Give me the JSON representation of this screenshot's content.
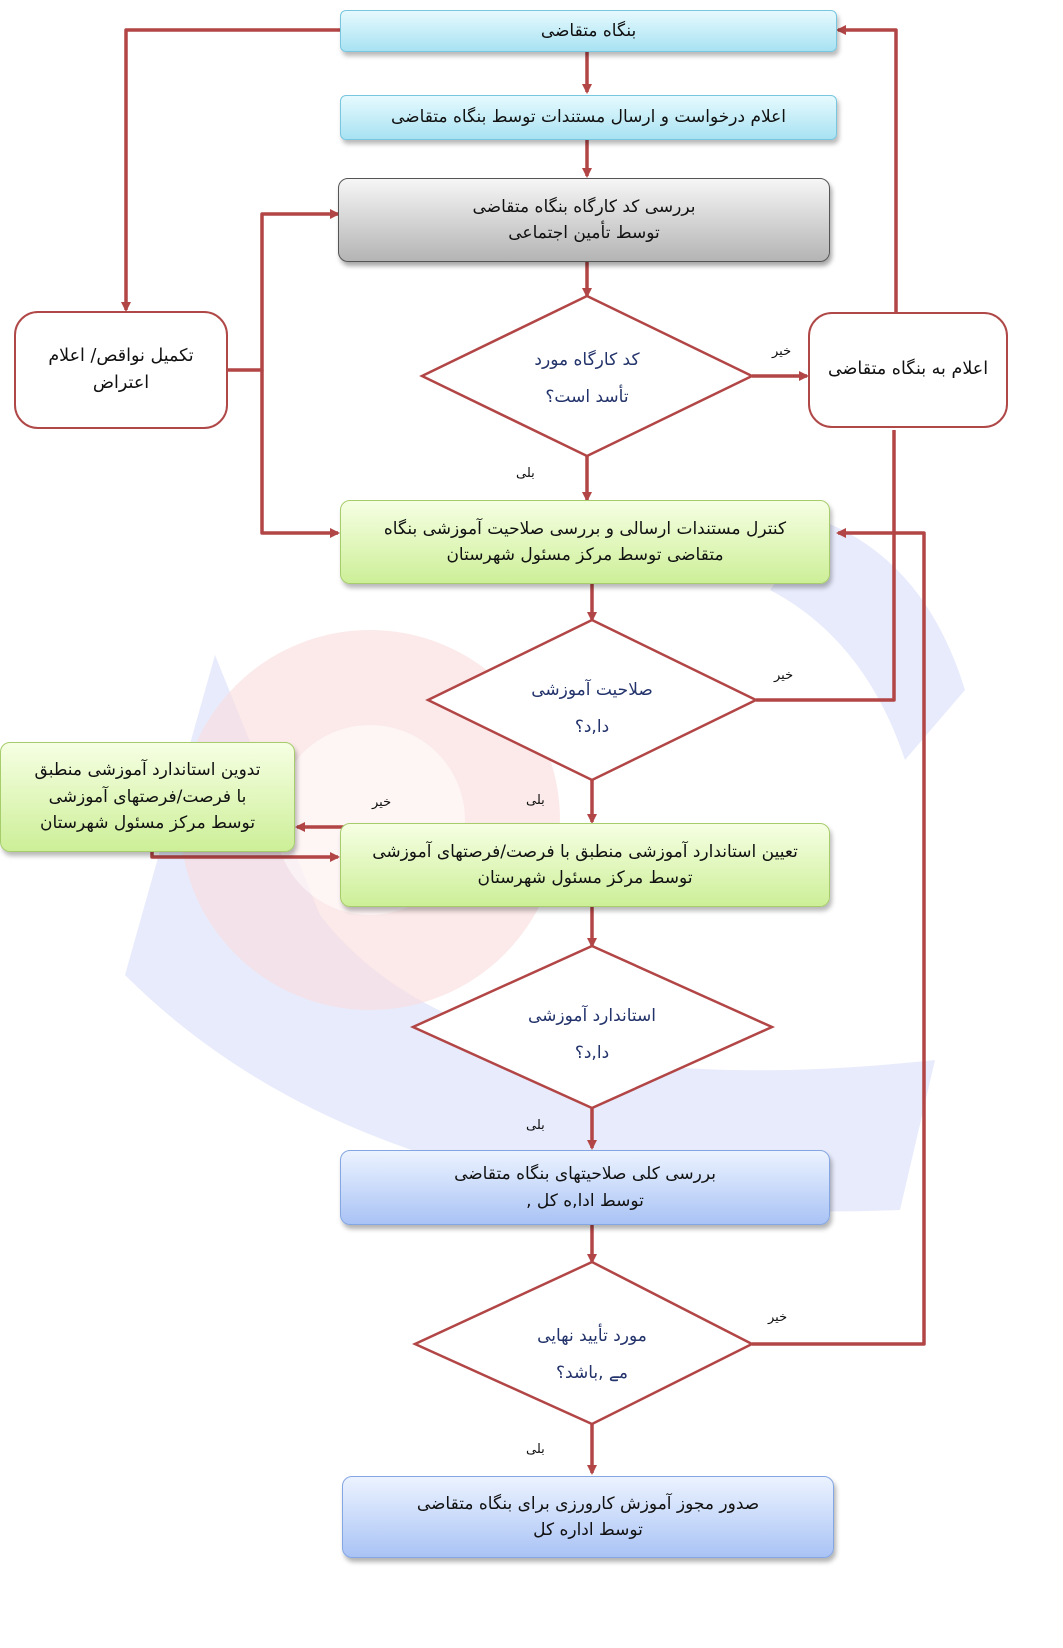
{
  "flowchart": {
    "nodes": {
      "start": {
        "lines": [
          "بنگاه متقاضی"
        ]
      },
      "request": {
        "lines": [
          "اعلام درخواست و ارسال مستندات توسط بنگاه متقاضی"
        ]
      },
      "workshop_check": {
        "lines": [
          "بررسی کد کارگاه بنگاه متقاضی",
          "توسط تأمین اجتماعی"
        ]
      },
      "decision_workshop": {
        "lines": [
          "کد کارگاه مورد",
          "تأسد است؟"
        ]
      },
      "notify": {
        "lines": [
          "اعلام به بنگاه متقاضی"
        ]
      },
      "complete": {
        "lines": [
          "تکمیل نواقص/ اعلام",
          "اعتراض"
        ]
      },
      "control_docs": {
        "lines": [
          "کنترل مستندات ارسالی و بررسی صلاحیت آموزشی بنگاه",
          "متقاضی توسط مرکز مسئول شهرستان"
        ]
      },
      "decision_competence": {
        "lines": [
          "صلاحیت آموزشی",
          "دا,د؟"
        ]
      },
      "standard_assign": {
        "lines": [
          "تعیین استاندارد آموزشی منطبق با فرصت/فرصتهای آموزشی",
          "توسط مرکز مسئول شهرستان"
        ]
      },
      "decision_standard": {
        "lines": [
          "استاندارد آموزشی",
          "دا,د؟"
        ]
      },
      "standard_compile": {
        "lines": [
          "تدوین استاندارد آموزشی منطبق",
          "با فرصت/فرصتهای آموزشی",
          "توسط مرکز مسئول شهرستان"
        ]
      },
      "general_review": {
        "lines": [
          "بررسی کلی صلاحیتهای بنگاه متقاضی",
          "توسط ادا,ه کل ,"
        ]
      },
      "decision_final": {
        "lines": [
          "مورد تأیید نهایی",
          "مے ,باشد؟"
        ]
      },
      "license": {
        "lines": [
          "صدور مجوز آموزش کارورزی برای بنگاه متقاضی",
          "توسط اداره کل"
        ]
      }
    },
    "edge_labels": {
      "no_workshop": "خیر",
      "yes_workshop": "بلی",
      "no_competence": "خیر",
      "yes_competence": "بلی",
      "no_standard": "خیر",
      "yes_standard": "بلی",
      "no_final": "خیر",
      "yes_final": "بلی"
    },
    "colors": {
      "connector": "#b24545",
      "cyan_node": "#a8e2f2",
      "gray_node": "#b4b4b4",
      "green_node": "#cdef98",
      "blue_node": "#a9c3f5",
      "decision_text": "#23336b"
    }
  }
}
